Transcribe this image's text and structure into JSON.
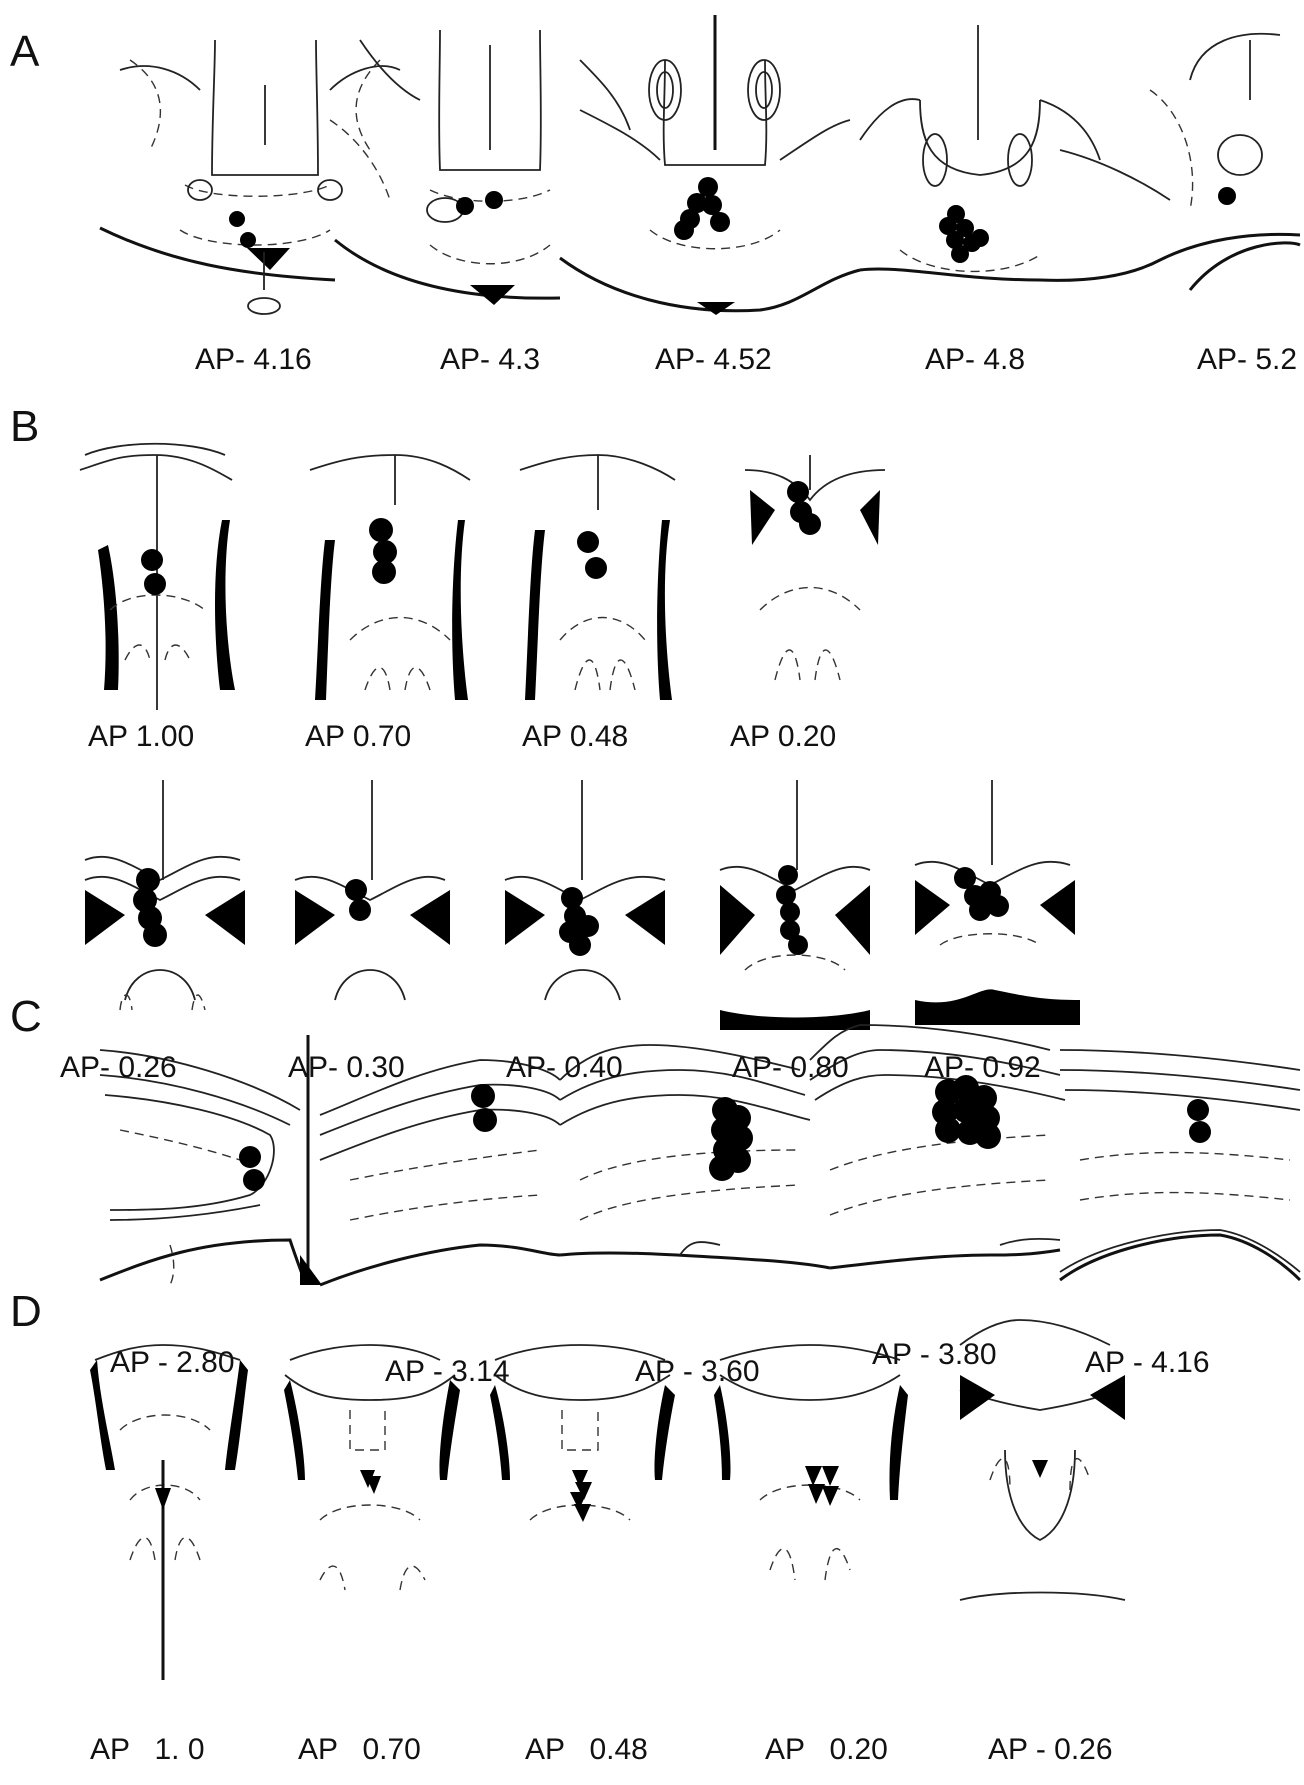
{
  "panels": {
    "A": {
      "letter": "A",
      "sections": [
        "AP- 4.16",
        "AP- 4.3",
        "AP- 4.52",
        "AP- 4.8",
        "AP- 5.2"
      ]
    },
    "B": {
      "letter": "B",
      "row1": [
        "AP 1.00",
        "AP 0.70",
        "AP 0.48",
        "AP 0.20"
      ],
      "row2": [
        "AP- 0.26",
        "AP- 0.30",
        "AP- 0.40",
        "AP- 0.80",
        "AP- 0.92"
      ]
    },
    "C": {
      "letter": "C",
      "sections": [
        "AP - 2.80",
        "AP - 3.14",
        "AP - 3.60",
        "AP - 3.80",
        "AP - 4.16"
      ]
    },
    "D": {
      "letter": "D",
      "sections": [
        "AP   1. 0",
        "AP   0.70",
        "AP   0.48",
        "AP   0.20",
        "AP - 0.26"
      ]
    }
  },
  "marker_types": {
    "A": "filled-circle",
    "B": "filled-circle",
    "C": "filled-circle",
    "D": "filled-triangle"
  },
  "colors": {
    "ink": "#000000",
    "background": "#ffffff"
  }
}
